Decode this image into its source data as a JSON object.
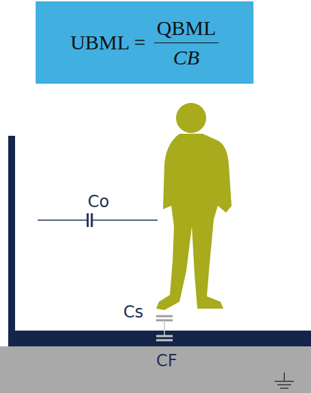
{
  "diagram": {
    "nodes": [
      {
        "text": [
          "UBML =",
          "QBML",
          "CB"
        ]
      }
    ],
    "labels": [
      "Co",
      "Cs",
      "CF"
    ]
  }
}
